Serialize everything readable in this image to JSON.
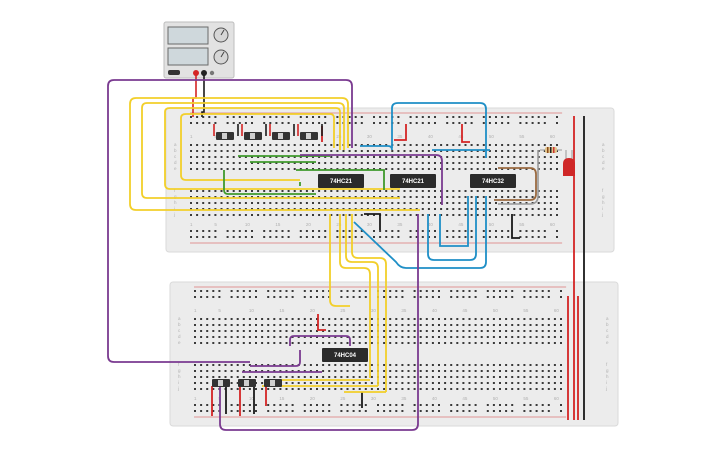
{
  "colors": {
    "board": "#ececec",
    "hole": "#3a3a3a",
    "rail_red": "#d33a3a",
    "rail_blue": "#3a62c8",
    "chip": "#2b2b2b",
    "wire_yellow": "#f2cf2a",
    "wire_purple": "#7a3a90",
    "wire_green": "#3f9a2c",
    "wire_blue": "#1f8fc6",
    "wire_red": "#d42424",
    "wire_black": "#1a1a1a",
    "wire_brown": "#9a6a40",
    "wire_gray": "#9a9a9a",
    "led": "#cf2727"
  },
  "chips": {
    "top_1": "74HC21",
    "top_2": "74HC21",
    "top_3": "74HC32",
    "bottom_1": "74HC04"
  },
  "column_numbers": [
    "1",
    "5",
    "10",
    "15",
    "20",
    "25",
    "30",
    "35",
    "40",
    "45",
    "50",
    "55",
    "60"
  ],
  "row_letters_top": [
    "a",
    "b",
    "c",
    "d",
    "e"
  ],
  "row_letters_bottom": [
    "f",
    "g",
    "h",
    "i",
    "j"
  ],
  "icons": {
    "power_supply": "power-supply-icon",
    "switch": "slide-switch-icon",
    "led": "led-icon",
    "resistor": "resistor-icon"
  }
}
